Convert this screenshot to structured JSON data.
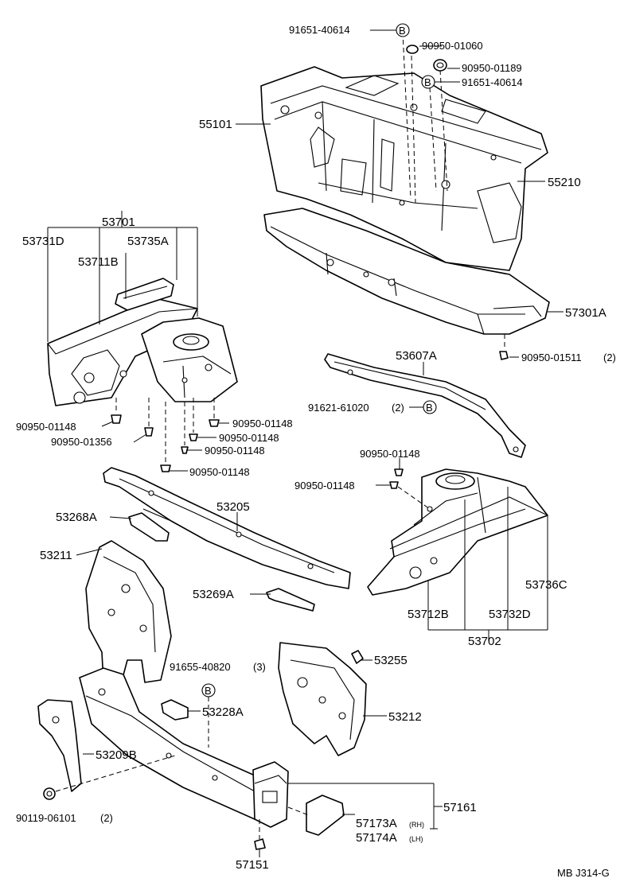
{
  "diagram_code": "MB J314-G",
  "marker_letter": "B",
  "labels": {
    "p91651_top": "91651-40614",
    "p90950_01060": "90950-01060",
    "p90950_01189": "90950-01189",
    "p91651_right": "91651-40614",
    "p55101": "55101",
    "p55210": "55210",
    "p57301A": "57301A",
    "p90950_01511": "90950-01511",
    "p90950_01511_qty": "(2)",
    "p53701": "53701",
    "p53731D": "53731D",
    "p53735A": "53735A",
    "p53711B": "53711B",
    "p53607A": "53607A",
    "p91621": "91621-61020",
    "p91621_qty": "(2)",
    "p90950_01148_a": "90950-01148",
    "p90950_01356": "90950-01356",
    "p90950_01148_b": "90950-01148",
    "p90950_01148_c": "90950-01148",
    "p90950_01148_d": "90950-01148",
    "p90950_01148_e": "90950-01148",
    "p90950_01148_f": "90950-01148",
    "p90950_01148_g": "90950-01148",
    "p53268A": "53268A",
    "p53205": "53205",
    "p53211": "53211",
    "p53269A": "53269A",
    "p53736C": "53736C",
    "p53712B": "53712B",
    "p53732D": "53732D",
    "p53702": "53702",
    "p91655": "91655-40820",
    "p91655_qty": "(3)",
    "p53255": "53255",
    "p53228A": "53228A",
    "p53212": "53212",
    "p53209B": "53209B",
    "p57161": "57161",
    "p90119": "90119-06101",
    "p90119_qty": "(2)",
    "p57173A": "57173A",
    "p57173A_side": "(RH)",
    "p57174A": "57174A",
    "p57174A_side": "(LH)",
    "p57151": "57151"
  }
}
